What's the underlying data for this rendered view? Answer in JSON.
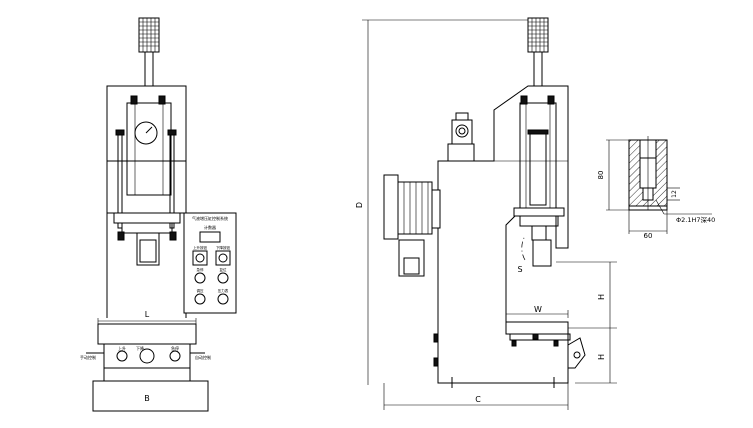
{
  "front_view": {
    "dimensions": {
      "width_top": "L",
      "width_base": "B"
    },
    "control_panel": {
      "header_text": "气液增压缸控制系统",
      "display_label": "计数器",
      "buttons": [
        "上升按钮",
        "下降按钮",
        "急停",
        "复位",
        "调压",
        "压力表"
      ]
    },
    "base_labels": {
      "left": "手动控制",
      "right": "自动控制",
      "mid_left": "上升",
      "mid_center": "下降",
      "mid_right": "急停"
    }
  },
  "side_view": {
    "dimensions": {
      "height_total": "D",
      "width_total": "C",
      "stroke": "S",
      "daylight": "H",
      "table_height": "H",
      "table_width": "W"
    }
  },
  "detail_view": {
    "dimensions": {
      "height": "80",
      "width": "60",
      "depth": "12",
      "hole": "Φ2.1H7深40"
    }
  }
}
